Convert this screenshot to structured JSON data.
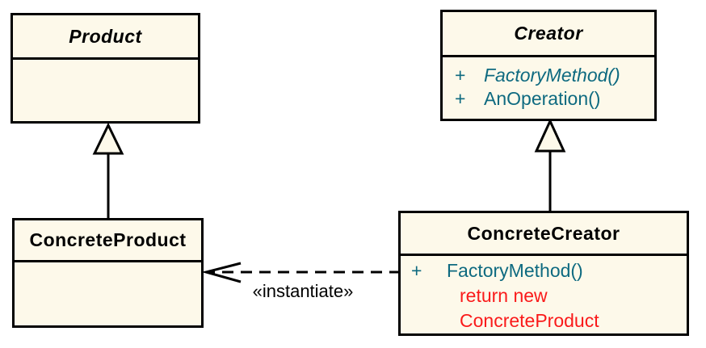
{
  "colors": {
    "background": "#FFFFFF",
    "box_fill": "#FDF9EA",
    "box_border": "#000000",
    "title_color": "#000000",
    "method_color": "#0E6A80",
    "note_color": "#FA1A1A",
    "label_color": "#000000"
  },
  "classes": {
    "product": {
      "name": "Product"
    },
    "creator": {
      "name": "Creator",
      "members": [
        {
          "prefix": "+",
          "text": "FactoryMethod()"
        },
        {
          "prefix": "+",
          "text": "AnOperation()"
        }
      ]
    },
    "concrete_product": {
      "name": "ConcreteProduct"
    },
    "concrete_creator": {
      "name": "ConcreteCreator",
      "members": [
        {
          "prefix": "+",
          "text": "FactoryMethod()"
        }
      ],
      "note_lines": [
        "return new",
        "ConcreteProduct"
      ]
    }
  },
  "relationships": {
    "instantiate_label": "«instantiate»"
  }
}
